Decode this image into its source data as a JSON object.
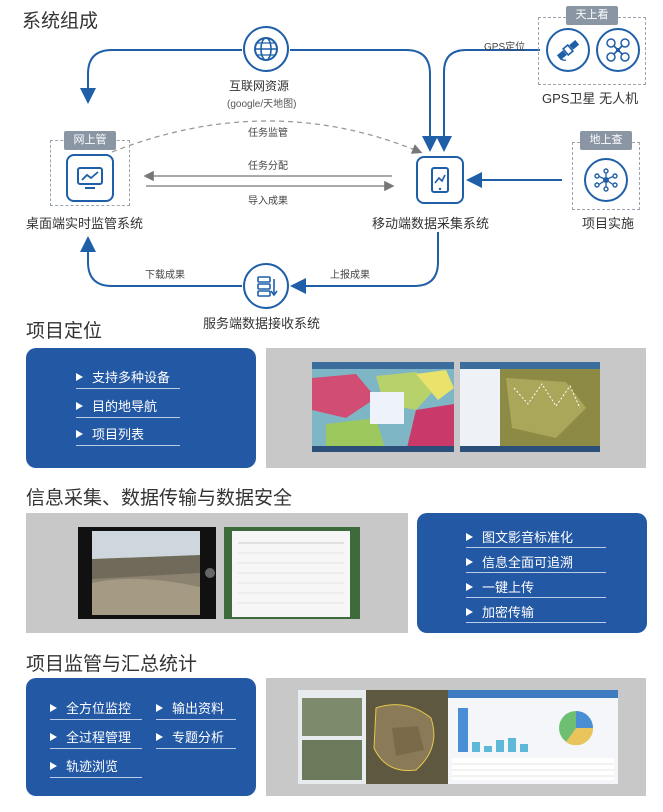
{
  "titles": {
    "system": "系统组成",
    "positioning": "项目定位",
    "collection": "信息采集、数据传输与数据安全",
    "supervision": "项目监管与汇总统计"
  },
  "diagram": {
    "internet": {
      "label": "互联网资源",
      "sub": "(google/天地图)"
    },
    "desktop": {
      "tag": "网上管",
      "label": "桌面端实时监管系统"
    },
    "mobile": {
      "label": "移动端数据采集系统"
    },
    "server": {
      "label": "服务端数据接收系统"
    },
    "sky": {
      "tag": "天上看",
      "label": "GPS卫星  无人机"
    },
    "ground": {
      "tag": "地上查",
      "label": "项目实施"
    },
    "edges": {
      "gps": "GPS定位",
      "supervise": "任务监管",
      "assign": "任务分配",
      "import": "导入成果",
      "download": "下载成果",
      "upload": "上报成果"
    }
  },
  "positioning": {
    "features": [
      "支持多种设备",
      "目的地导航",
      "项目列表"
    ]
  },
  "collection": {
    "features": [
      "图文影音标准化",
      "信息全面可追溯",
      "一键上传",
      "加密传输"
    ]
  },
  "supervision": {
    "features_left": [
      "全方位监控",
      "全过程管理",
      "轨迹浏览"
    ],
    "features_right": [
      "输出资料",
      "专题分析"
    ]
  },
  "colors": {
    "accent": "#1f5fa8",
    "panel": "#2358a5",
    "tag": "#8a96a3"
  }
}
